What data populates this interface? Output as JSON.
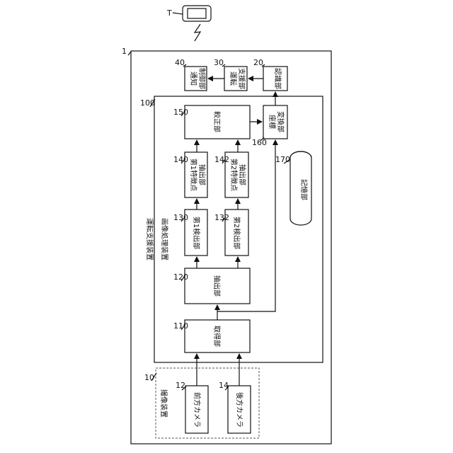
{
  "diagram": {
    "labels": {
      "system": "運転支援装置",
      "image_processor": "画像処理装置",
      "capture_unit": "撮像装置",
      "front_camera": "前方カメラ",
      "rear_camera": "後方カメラ",
      "acquisition": "取得部",
      "extraction": "抽出部",
      "first_detection": "第1検出部",
      "second_detection": "第2検出部",
      "first_feature_1": "第1特徴点",
      "first_feature_2": "抽出部",
      "second_feature_1": "第2特徴点",
      "second_feature_2": "抽出部",
      "calibration": "較正部",
      "coord_1": "座標",
      "coord_2": "変換部",
      "storage": "記憶部",
      "recognition": "認識部",
      "driving_support_1": "運転",
      "driving_support_2": "支援部",
      "notification_1": "通知",
      "notification_2": "制御部",
      "terminal_ref": "T"
    },
    "refs": {
      "system": "1",
      "capture_unit": "10",
      "front_camera": "12",
      "rear_camera": "14",
      "recognition": "20",
      "driving_support": "30",
      "notification": "40",
      "image_processor": "100",
      "acquisition": "110",
      "extraction": "120",
      "first_detection": "130",
      "second_detection": "132",
      "first_feature": "140",
      "second_feature": "142",
      "calibration": "150",
      "coord": "160",
      "storage": "170"
    }
  }
}
